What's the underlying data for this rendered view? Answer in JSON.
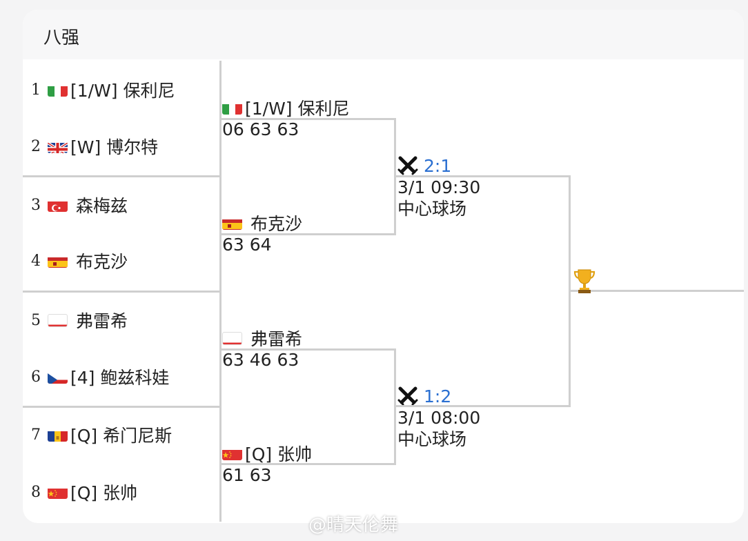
{
  "header": {
    "title": "八强"
  },
  "seeds": [
    {
      "num": "1",
      "flag": "italy",
      "name": "[1/W] 保利尼"
    },
    {
      "num": "2",
      "flag": "uk",
      "name": "[W] 博尔特"
    },
    {
      "num": "3",
      "flag": "turkey",
      "name": "森梅兹"
    },
    {
      "num": "4",
      "flag": "spain",
      "name": "布克沙"
    },
    {
      "num": "5",
      "flag": "poland",
      "name": "弗雷希"
    },
    {
      "num": "6",
      "flag": "czech",
      "name": "[4] 鲍兹科娃"
    },
    {
      "num": "7",
      "flag": "andorra",
      "name": "[Q] 希门尼斯"
    },
    {
      "num": "8",
      "flag": "china",
      "name": "[Q] 张帅"
    }
  ],
  "round1_winners": [
    {
      "flag": "italy",
      "name": "[1/W] 保利尼",
      "score": "06 63 63"
    },
    {
      "flag": "spain",
      "name": "布克沙",
      "score": "63 64"
    },
    {
      "flag": "poland",
      "name": "弗雷希",
      "score": "63 46 63"
    },
    {
      "flag": "china",
      "name": "[Q] 张帅",
      "score": "61 63"
    }
  ],
  "semifinals": [
    {
      "icon": "crossed-rackets-icon",
      "h2h": "2:1",
      "time": "3/1 09:30",
      "court": "中心球场"
    },
    {
      "icon": "crossed-rackets-icon",
      "h2h": "1:2",
      "time": "3/1 08:00",
      "court": "中心球场"
    }
  ],
  "final": {
    "icon": "trophy-icon"
  },
  "watermark": "@晴天伦舞",
  "colors": {
    "h2h": "#2a6fd1",
    "bracket_line": "#cfcfcf",
    "background": "#f4f4f5"
  }
}
